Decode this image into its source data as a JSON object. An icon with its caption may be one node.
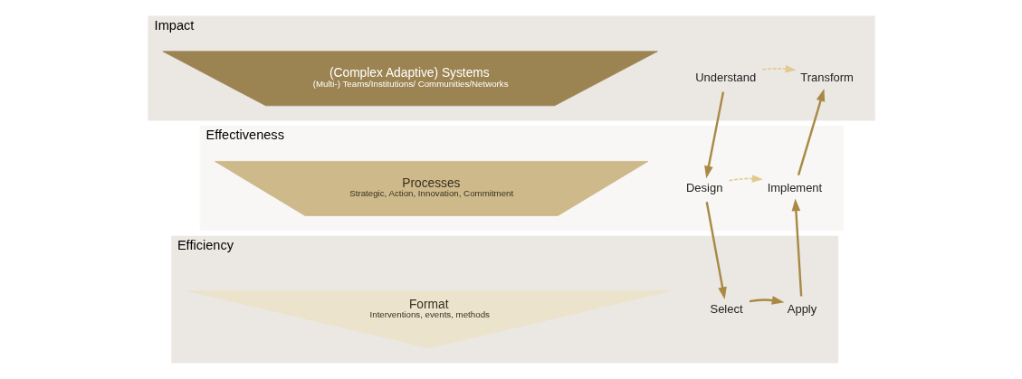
{
  "diagram": {
    "nodes": [
      {
        "text": [
          "Impact"
        ]
      },
      {
        "text": [
          "(Complex Adaptive) Systems",
          "(Multi-) Teams/Institutions/ Communities/Networks"
        ],
        "in": 0
      },
      {
        "text": [
          "Understand"
        ],
        "in": 0
      },
      {
        "text": [
          "Transform"
        ],
        "in": 0
      },
      {
        "text": [
          "Effectiveness"
        ]
      },
      {
        "text": [
          "Processes",
          "Strategic, Action, Innovation, Commitment"
        ],
        "in": 4
      },
      {
        "text": [
          "Design"
        ],
        "in": 4
      },
      {
        "text": [
          "Implement"
        ],
        "in": 4
      },
      {
        "text": [
          "Efficiency"
        ]
      },
      {
        "text": [
          "Format",
          "Interventions, events, methods"
        ],
        "in": 8
      },
      {
        "text": [
          "Select"
        ],
        "in": 8
      },
      {
        "text": [
          "Apply"
        ],
        "in": 8
      }
    ],
    "edges": [
      {
        "from": 2,
        "to": 3,
        "arrow": "to",
        "style": "dashed",
        "color": "#e3c98f"
      },
      {
        "from": 2,
        "to": 6,
        "arrow": "to"
      },
      {
        "from": 6,
        "to": 7,
        "arrow": "to",
        "style": "dashed",
        "color": "#e3c98f"
      },
      {
        "from": 6,
        "to": 10,
        "arrow": "to"
      },
      {
        "from": 10,
        "to": 11,
        "arrow": "to"
      },
      {
        "from": 11,
        "to": 7,
        "arrow": "to"
      },
      {
        "from": 7,
        "to": 3,
        "arrow": "to"
      }
    ]
  }
}
